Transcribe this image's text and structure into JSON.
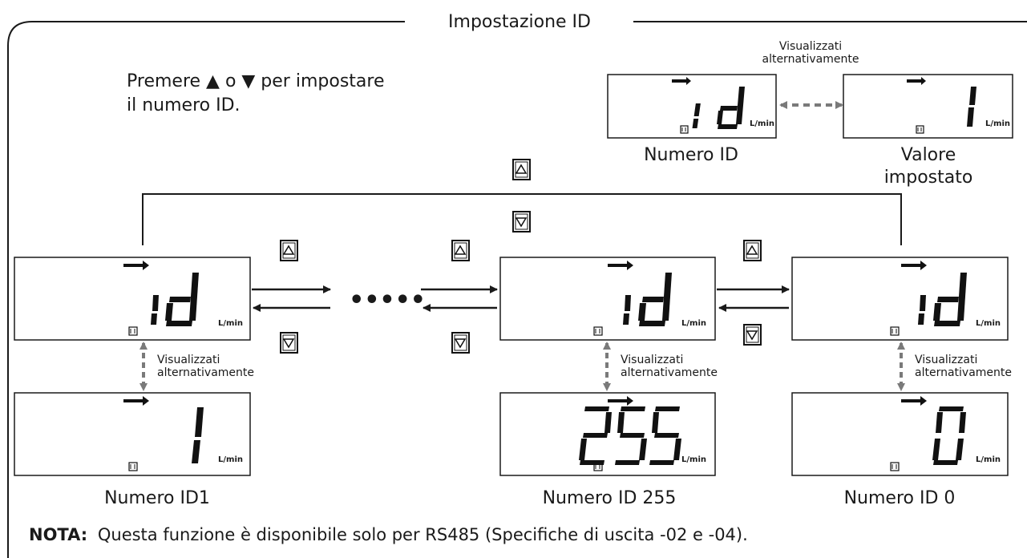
{
  "frame": {
    "title": "Impostazione ID"
  },
  "instruction": {
    "line1": "Premere ▲ o ▼ per impostare",
    "line2": "il numero ID."
  },
  "alt_text": {
    "line1": "Visualizzati",
    "line2": "alternativamente"
  },
  "unit": "L/min",
  "top_pair": {
    "left_label": "Numero ID",
    "right_label_1": "Valore",
    "right_label_2": "impostato",
    "left_value": "id",
    "right_value": "1"
  },
  "ellipsis": "•••••",
  "displays": [
    {
      "top_value": "id",
      "bottom_value": "1",
      "caption": "Numero ID1"
    },
    {
      "top_value": "id",
      "bottom_value": "255",
      "caption": "Numero ID 255"
    },
    {
      "top_value": "id",
      "bottom_value": "0",
      "caption": "Numero ID 0"
    }
  ],
  "note": {
    "bold": "NOTA:",
    "text": "Questa funzione è disponibile solo per RS485 (Specifiche di uscita -02 e -04)."
  },
  "icons": {
    "up": "up-button-icon",
    "down": "down-button-icon",
    "indicator": "arrow-indicator-icon",
    "status": "io-status-icon"
  }
}
